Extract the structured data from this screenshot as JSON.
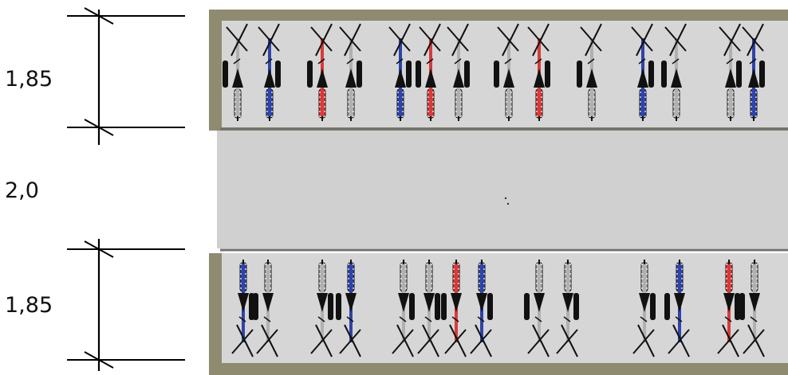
{
  "dimensions": {
    "top_row": "1,85",
    "aisle": "2,0",
    "bottom_row": "1,85"
  },
  "colors": {
    "frame": "#8f8b70",
    "floor": "#d6d6d6",
    "aisle": "#d0d0d0",
    "divider": "#707070",
    "bike_black": "#111111",
    "bike_gray": "#b0b0b0",
    "bike_blue": "#2f44a8",
    "bike_red": "#d93a3a",
    "dim_line": "#000000"
  },
  "top_row_bikes": [
    "gray",
    "blue",
    "red",
    "gray",
    "blue",
    "red",
    "gray",
    "gray",
    "red",
    "gray",
    "blue",
    "gray",
    "gray",
    "blue"
  ],
  "bottom_row_bikes": [
    "blue",
    "gray",
    "gray",
    "blue",
    "gray",
    "gray",
    "red",
    "blue",
    "gray",
    "gray",
    "gray",
    "blue",
    "red",
    "gray"
  ]
}
